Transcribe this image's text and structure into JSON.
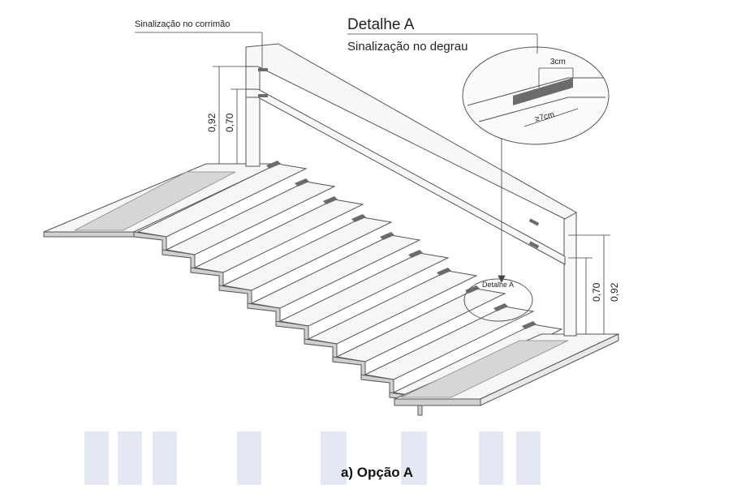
{
  "detail": {
    "title": "Detalhe A",
    "subtitle": "Sinalização no degrau",
    "width_top": "3cm",
    "width_tread": "≥7cm",
    "callout": "Detalhe A"
  },
  "handrail": {
    "label": "Sinalização no corrimão",
    "left_heights": [
      "0,92",
      "0,70"
    ],
    "right_heights": [
      "0,70",
      "0,92"
    ]
  },
  "caption": "a) Opção A",
  "colors": {
    "line": "#555555",
    "step_fill": "#f6f6f6",
    "profile_fill": "#cfcfcf",
    "marking": "#6b6b6b",
    "watermark": "#e4e8f4"
  }
}
